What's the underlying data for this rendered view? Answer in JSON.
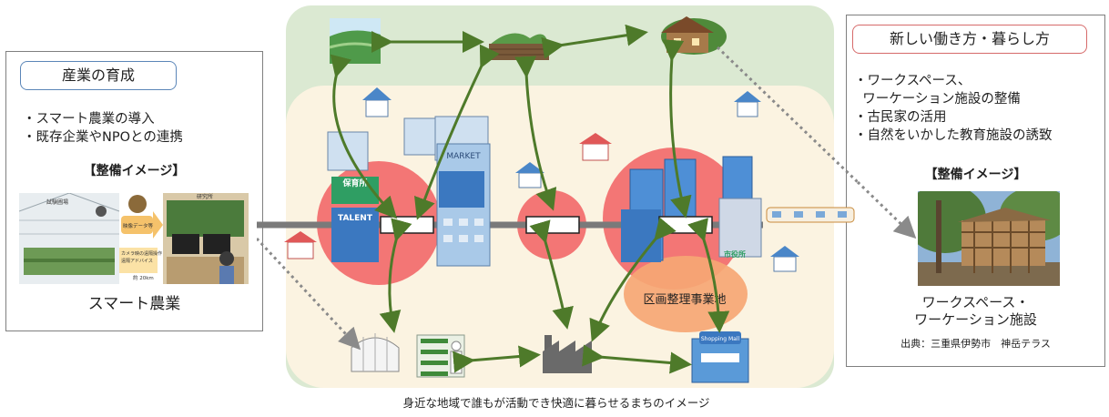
{
  "left_panel": {
    "title": "産業の育成",
    "bullets": [
      "・スマート農業の導入",
      "・既存企業やNPOとの連携"
    ],
    "image_heading": "【整備イメージ】",
    "image_labels": [
      "試験圃場",
      "研究所",
      "映像データ等",
      "カメラ映の遠隔操作",
      "遠隔アドバイス",
      "約 20km"
    ],
    "caption": "スマート農業"
  },
  "right_panel": {
    "title": "新しい働き方・暮らし方",
    "bullets": [
      "・ワークスペース、",
      "  ワーケーション施設の整備",
      "・古民家の活用",
      "・自然をいかした教育施設の誘致"
    ],
    "image_heading": "【整備イメージ】",
    "caption_line1": "ワークスペース・",
    "caption_line2": "ワーケーション施設",
    "source": "出典：三重県伊勢市　神岳テラス"
  },
  "diagram": {
    "market_sign": "MARKET",
    "nursery_sign": "保育所",
    "talent_sign": "TALENT",
    "cityhall_sign": "市役所",
    "redevelopment_label": "区画整理事業地",
    "mall_sign": "Shopping Mall"
  },
  "bottom_caption": "身近な地域で誰もが活動でき快適に暮らせるまちのイメージ",
  "colors": {
    "upper_zone": "#dbe9d2",
    "lower_zone": "#fbf3e1",
    "hub_red": "#f26b6b",
    "redevelopment_orange": "#f6a774",
    "arrow_green": "#4e7a2a",
    "road_gray": "#7a7a7a"
  }
}
